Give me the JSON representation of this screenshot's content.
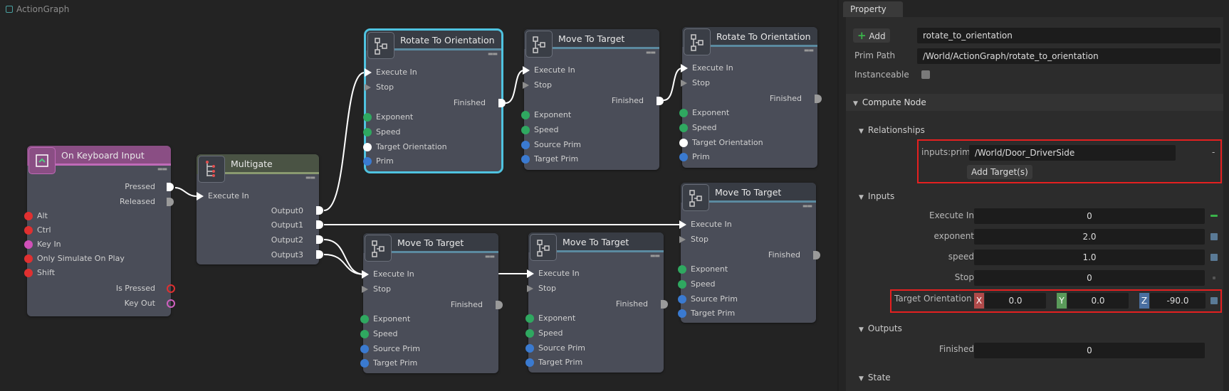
{
  "graph": {
    "title": "ActionGraph",
    "nodes": {
      "keyboard": {
        "title": "On Keyboard Input",
        "outputs": [
          "Pressed",
          "Released"
        ],
        "inputs": [
          "Alt",
          "Ctrl",
          "Key In",
          "Only Simulate On Play",
          "Shift"
        ],
        "outputs2": [
          "Is Pressed",
          "Key Out"
        ]
      },
      "multigate": {
        "title": "Multigate",
        "input": "Execute In",
        "outputs": [
          "Output0",
          "Output1",
          "Output2",
          "Output3"
        ]
      },
      "rot1": {
        "title": "Rotate To Orientation",
        "inputs": [
          "Execute In",
          "Stop"
        ],
        "finished": "Finished",
        "params": [
          "Exponent",
          "Speed",
          "Target Orientation",
          "Prim"
        ]
      },
      "move1": {
        "title": "Move To Target",
        "inputs": [
          "Execute In",
          "Stop"
        ],
        "finished": "Finished",
        "params": [
          "Exponent",
          "Speed",
          "Source Prim",
          "Target Prim"
        ]
      },
      "rot2": {
        "title": "Rotate To Orientation",
        "inputs": [
          "Execute In",
          "Stop"
        ],
        "finished": "Finished",
        "params": [
          "Exponent",
          "Speed",
          "Target Orientation",
          "Prim"
        ]
      },
      "move2": {
        "title": "Move To Target",
        "inputs": [
          "Execute In",
          "Stop"
        ],
        "finished": "Finished",
        "params": [
          "Exponent",
          "Speed",
          "Source Prim",
          "Target Prim"
        ]
      },
      "move3": {
        "title": "Move To Target",
        "inputs": [
          "Execute In",
          "Stop"
        ],
        "finished": "Finished",
        "params": [
          "Exponent",
          "Speed",
          "Source Prim",
          "Target Prim"
        ]
      },
      "move4": {
        "title": "Move To Target",
        "inputs": [
          "Execute In",
          "Stop"
        ],
        "finished": "Finished",
        "params": [
          "Exponent",
          "Speed",
          "Source Prim",
          "Target Prim"
        ]
      }
    }
  },
  "property": {
    "tab": "Property",
    "add_label": "Add",
    "name_value": "rotate_to_orientation",
    "prim_path_label": "Prim Path",
    "prim_path_value": "/World/ActionGraph/rotate_to_orientation",
    "instanceable_label": "Instanceable",
    "compute_node": "Compute Node",
    "relationships": "Relationships",
    "rel_label": "inputs:prim",
    "rel_value": "/World/Door_DriverSide",
    "rel_remove": "-",
    "add_targets": "Add Target(s)",
    "inputs": "Inputs",
    "input_rows": [
      {
        "label": "Execute In",
        "value": "0"
      },
      {
        "label": "exponent",
        "value": "2.0"
      },
      {
        "label": "speed",
        "value": "1.0"
      },
      {
        "label": "Stop",
        "value": "0"
      }
    ],
    "target_orientation_label": "Target Orientation",
    "x_label": "X",
    "x_value": "0.0",
    "y_label": "Y",
    "y_value": "0.0",
    "z_label": "Z",
    "z_value": "-90.0",
    "outputs": "Outputs",
    "finished_label": "Finished",
    "finished_value": "0",
    "state": "State"
  },
  "colors": {
    "selection": "#4fc3e0",
    "highlight_box": "#e52020",
    "exec_pin": "#ffffff",
    "float_pin": "#2fa860",
    "prim_pin": "#3a7ad0",
    "bool_pin": "#e03030",
    "token_pin": "#d050b8"
  }
}
